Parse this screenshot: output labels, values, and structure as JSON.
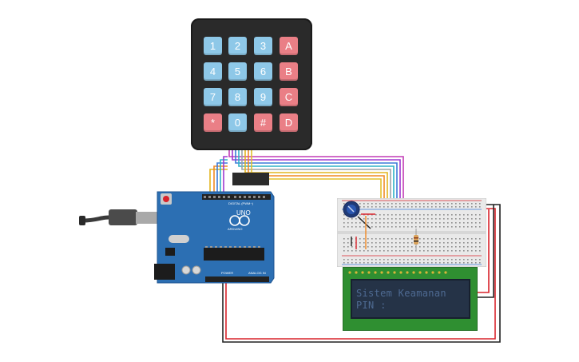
{
  "keypad": {
    "rows": [
      [
        "1",
        "2",
        "3",
        "A"
      ],
      [
        "4",
        "5",
        "6",
        "B"
      ],
      [
        "7",
        "8",
        "9",
        "C"
      ],
      [
        "*",
        "0",
        "#",
        "D"
      ]
    ]
  },
  "arduino": {
    "model": "UNO",
    "brand": "ARDUINO",
    "digital_label": "DIGITAL (PWM~)",
    "power_label": "POWER",
    "analog_label": "ANALOG IN"
  },
  "lcd": {
    "line1": "Sistem Keamanan",
    "line2": "PIN :"
  },
  "colors": {
    "arduino_board": "#2c6fb3",
    "lcd_pcb": "#2f8f31",
    "lcd_screen": "#253347",
    "lcd_text": "#4e6a92",
    "keypad_body": "#2a2a2a",
    "key_number": "#8ec8e8",
    "key_function": "#ea7f86",
    "wire_black": "#222222",
    "wire_red": "#d9232b"
  },
  "icons": [
    "usb-cable-icon",
    "potentiometer-icon",
    "resistor-icon",
    "power-jack-icon",
    "reset-button-icon"
  ]
}
